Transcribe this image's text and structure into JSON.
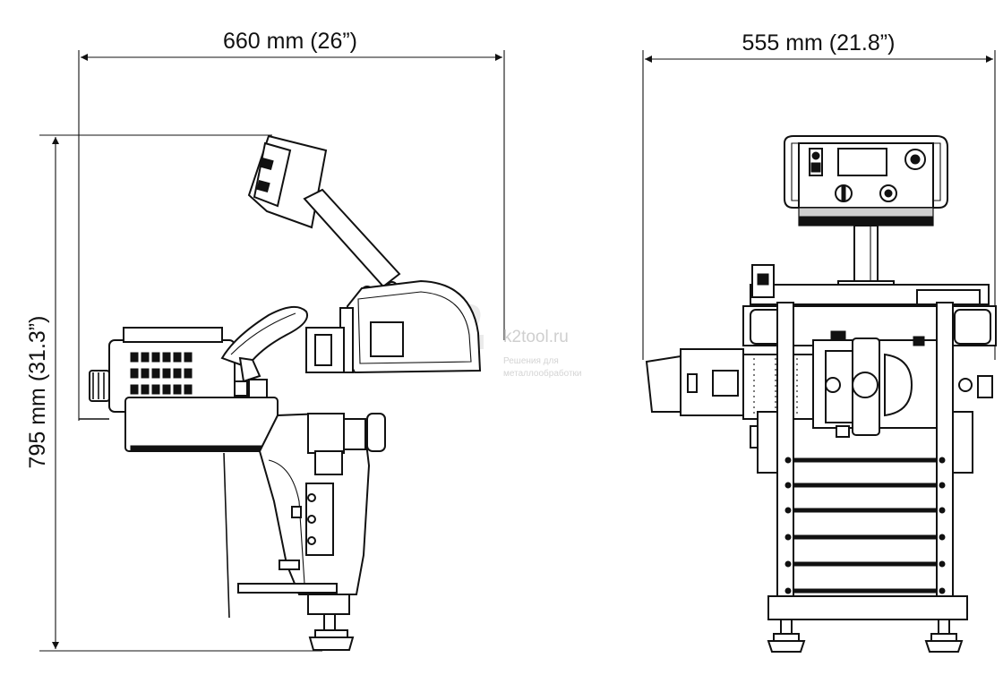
{
  "dimensions": {
    "side_width": "660 mm (26”)",
    "front_width": "555 mm (21.8”)",
    "height": "795 mm (31.3”)"
  },
  "watermark": {
    "logo_text": "k2tool.ru",
    "subtitle_line1": "Решения для",
    "subtitle_line2": "металлообработки"
  }
}
